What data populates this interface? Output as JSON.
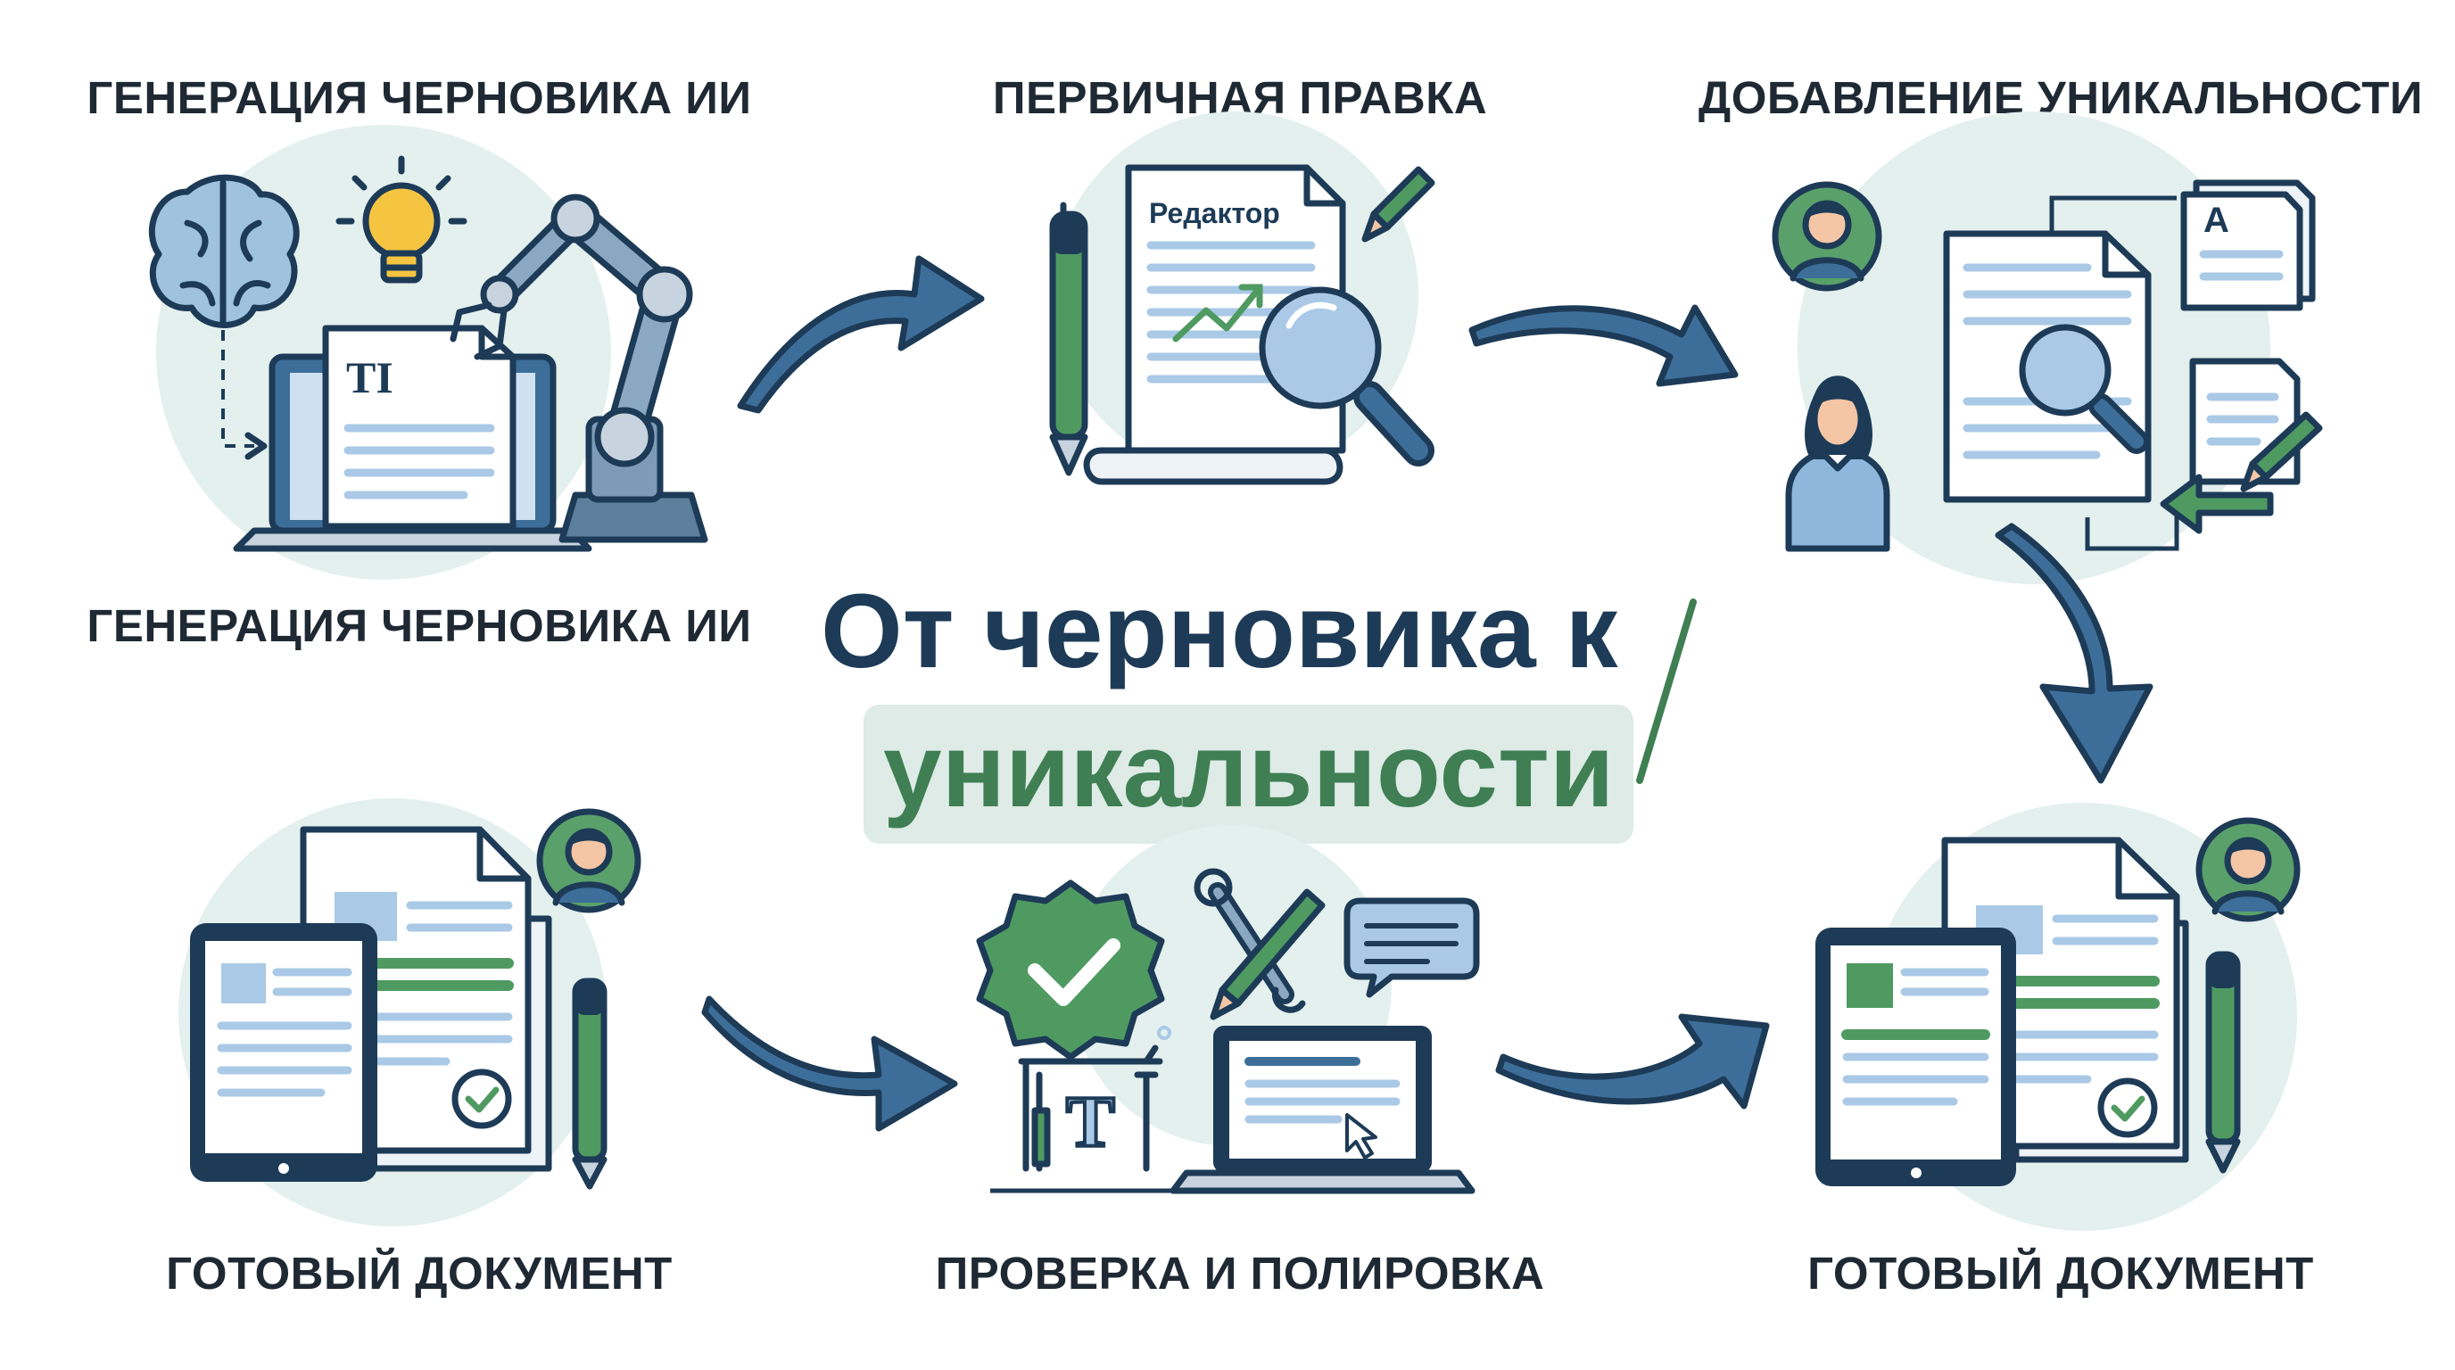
{
  "labels": {
    "top_left": "ГЕНЕРАЦИЯ ЧЕРНОВИКА ИИ",
    "top_center": "ПЕРВИЧНАЯ ПРАВКА",
    "top_right": "ДОБАВЛЕНИЕ УНИКАЛЬНОСТИ",
    "mid_left": "ГЕНЕРАЦИЯ ЧЕРНОВИКА ИИ",
    "bottom_left": "ГОТОВЫЙ ДОКУМЕНТ",
    "bottom_center": "ПРОВЕРКА И ПОЛИРОВКА",
    "bottom_right": "ГОТОВЫЙ ДОКУМЕНТ"
  },
  "title": {
    "line1": "От черновика к",
    "line2": "уникальности"
  },
  "icons": {
    "doc_ai_text": "TI",
    "editor_doc_text": "Редактор",
    "font_tool_text": "T",
    "small_doc_text": "A"
  },
  "colors": {
    "navy": "#1d3b57",
    "blue": "#3d6e9a",
    "light_blue": "#a9c9e6",
    "green": "#4f9a61",
    "bubble": "#e3f0ee",
    "skin": "#f4c6a5"
  }
}
